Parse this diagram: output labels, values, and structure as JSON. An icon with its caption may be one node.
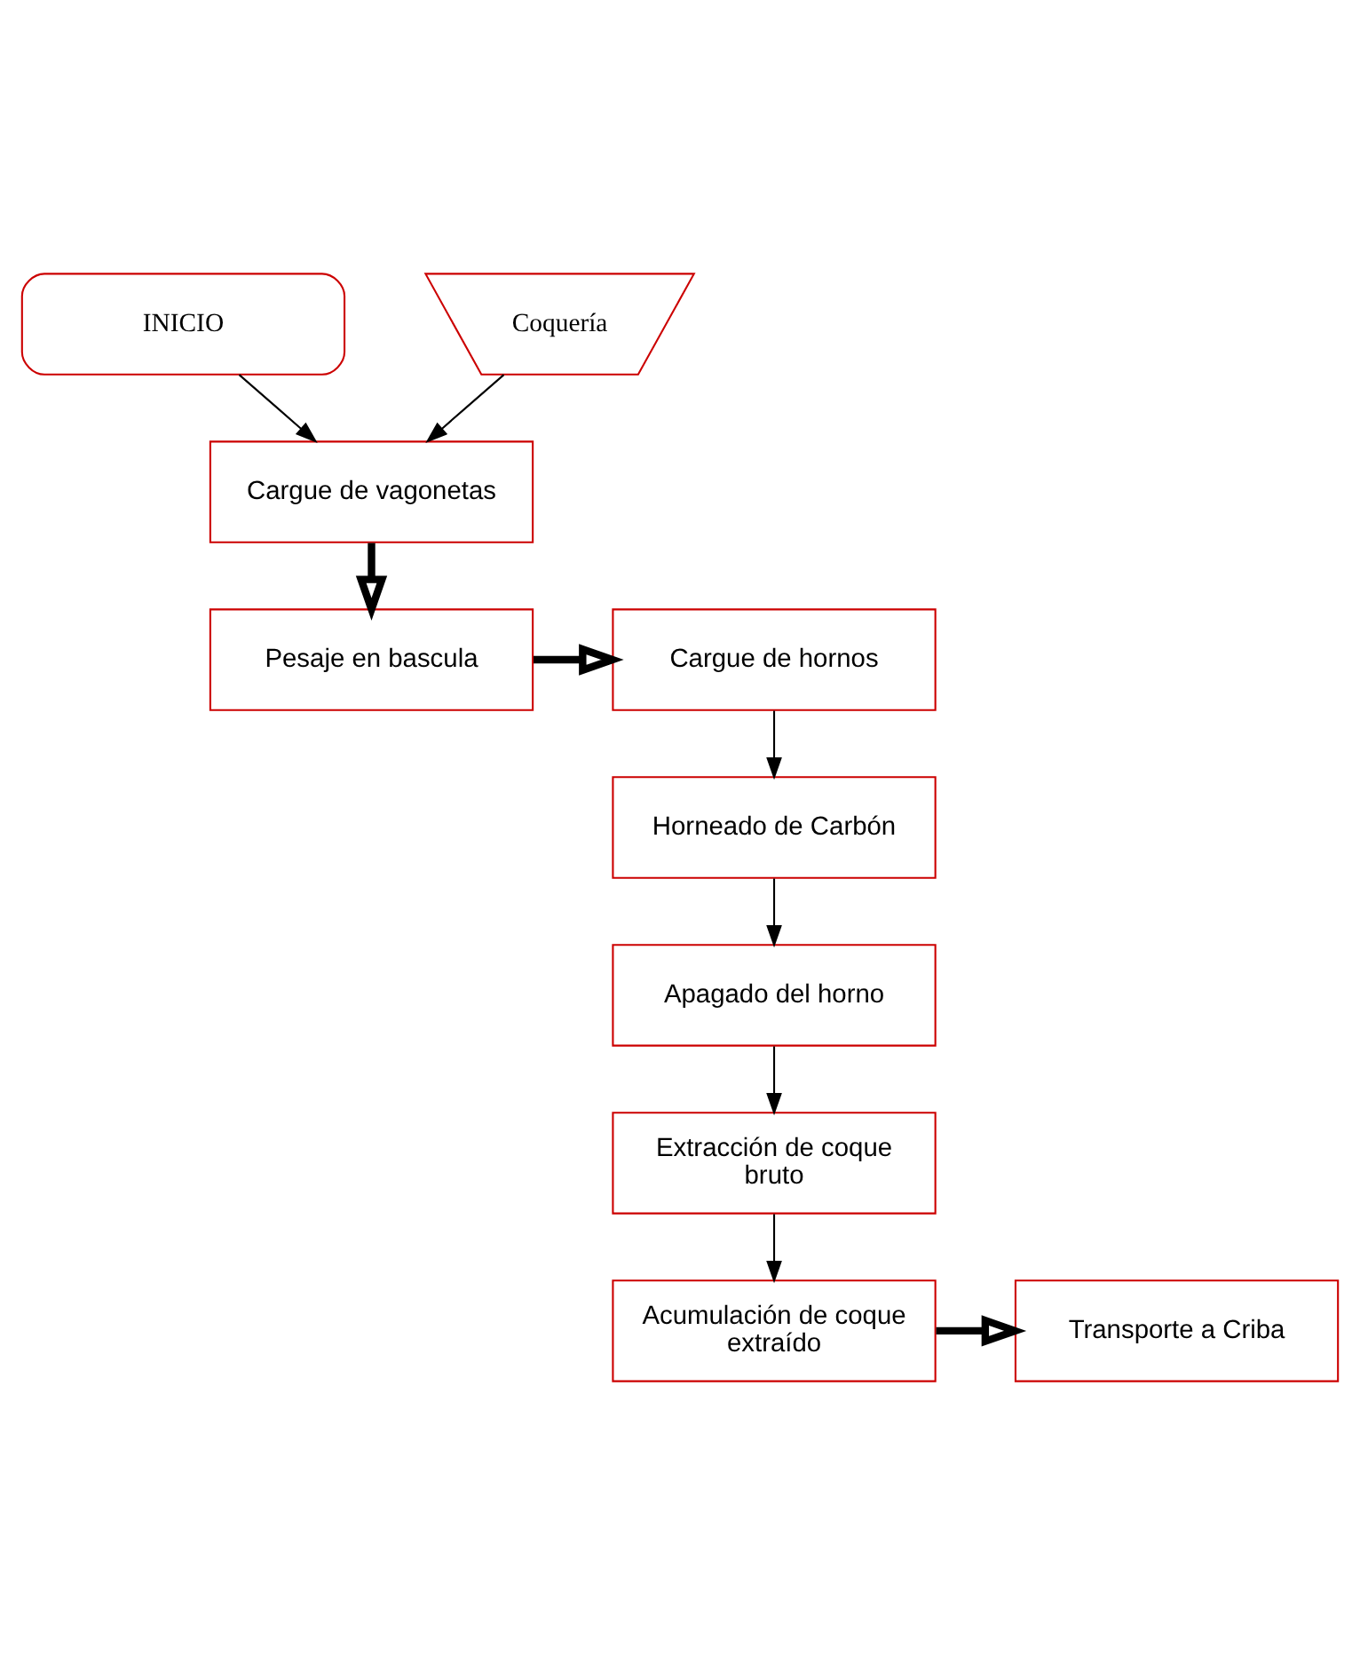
{
  "diagram": {
    "nodes": [
      {
        "text": [
          "INICIO"
        ]
      },
      {
        "text": [
          "Coquería"
        ]
      },
      {
        "text": [
          "Cargue de vagonetas"
        ]
      },
      {
        "text": [
          "Pesaje en bascula"
        ]
      },
      {
        "text": [
          "Cargue de hornos"
        ]
      },
      {
        "text": [
          "Horneado de Carbón"
        ]
      },
      {
        "text": [
          "Apagado del horno"
        ]
      },
      {
        "text": [
          "Extracción de coque bruto"
        ]
      },
      {
        "text": [
          "Acumulación de coque extraído"
        ]
      },
      {
        "text": [
          "Transporte a Criba"
        ]
      }
    ],
    "edges": [
      {
        "from": 0,
        "to": 2,
        "arrow": "to"
      },
      {
        "from": 1,
        "to": 2,
        "arrow": "to"
      },
      {
        "from": 2,
        "to": 3,
        "arrow": "to",
        "style": "thick"
      },
      {
        "from": 3,
        "to": 4,
        "arrow": "to",
        "style": "thick"
      },
      {
        "from": 4,
        "to": 5,
        "arrow": "to"
      },
      {
        "from": 5,
        "to": 6,
        "arrow": "to"
      },
      {
        "from": 6,
        "to": 7,
        "arrow": "to"
      },
      {
        "from": 7,
        "to": 8,
        "arrow": "to"
      },
      {
        "from": 8,
        "to": 9,
        "arrow": "to",
        "style": "thick"
      }
    ]
  }
}
